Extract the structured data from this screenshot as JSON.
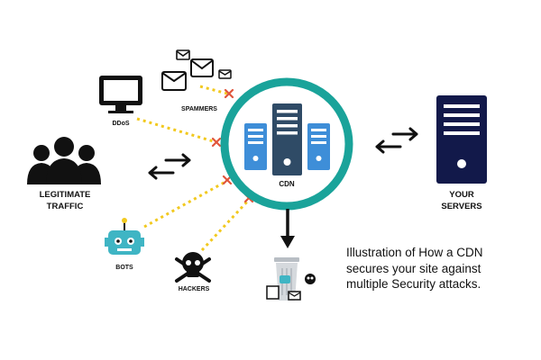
{
  "labels": {
    "ddos": "DDoS",
    "spammers": "SPAMMERS",
    "legit_line1": "LEGITIMATE",
    "legit_line2": "TRAFFIC",
    "cdn": "CDN",
    "bots": "BOTS",
    "hackers": "HACKERS",
    "servers_line1": "YOUR",
    "servers_line2": "SERVERS"
  },
  "caption": {
    "line1": "Illustration of How a CDN",
    "line2": "secures your site against",
    "line3": "multiple Security attacks."
  },
  "colors": {
    "cdn_ring": "#1aa39a",
    "cdn_server": "#3e8ed8",
    "cdn_server_dark": "#2f4b66",
    "your_server": "#12194a",
    "attack_line": "#f2c91f",
    "block_mark": "#e0553b",
    "bot": "#3fb5c4",
    "people": "#111111"
  },
  "icons": [
    "monitor-icon",
    "mail-icon",
    "people-icon",
    "bot-icon",
    "skull-crossbones-icon",
    "server-icon",
    "trash-bin-icon",
    "block-x-icon",
    "bidirectional-arrow-icon",
    "down-arrow-icon"
  ]
}
